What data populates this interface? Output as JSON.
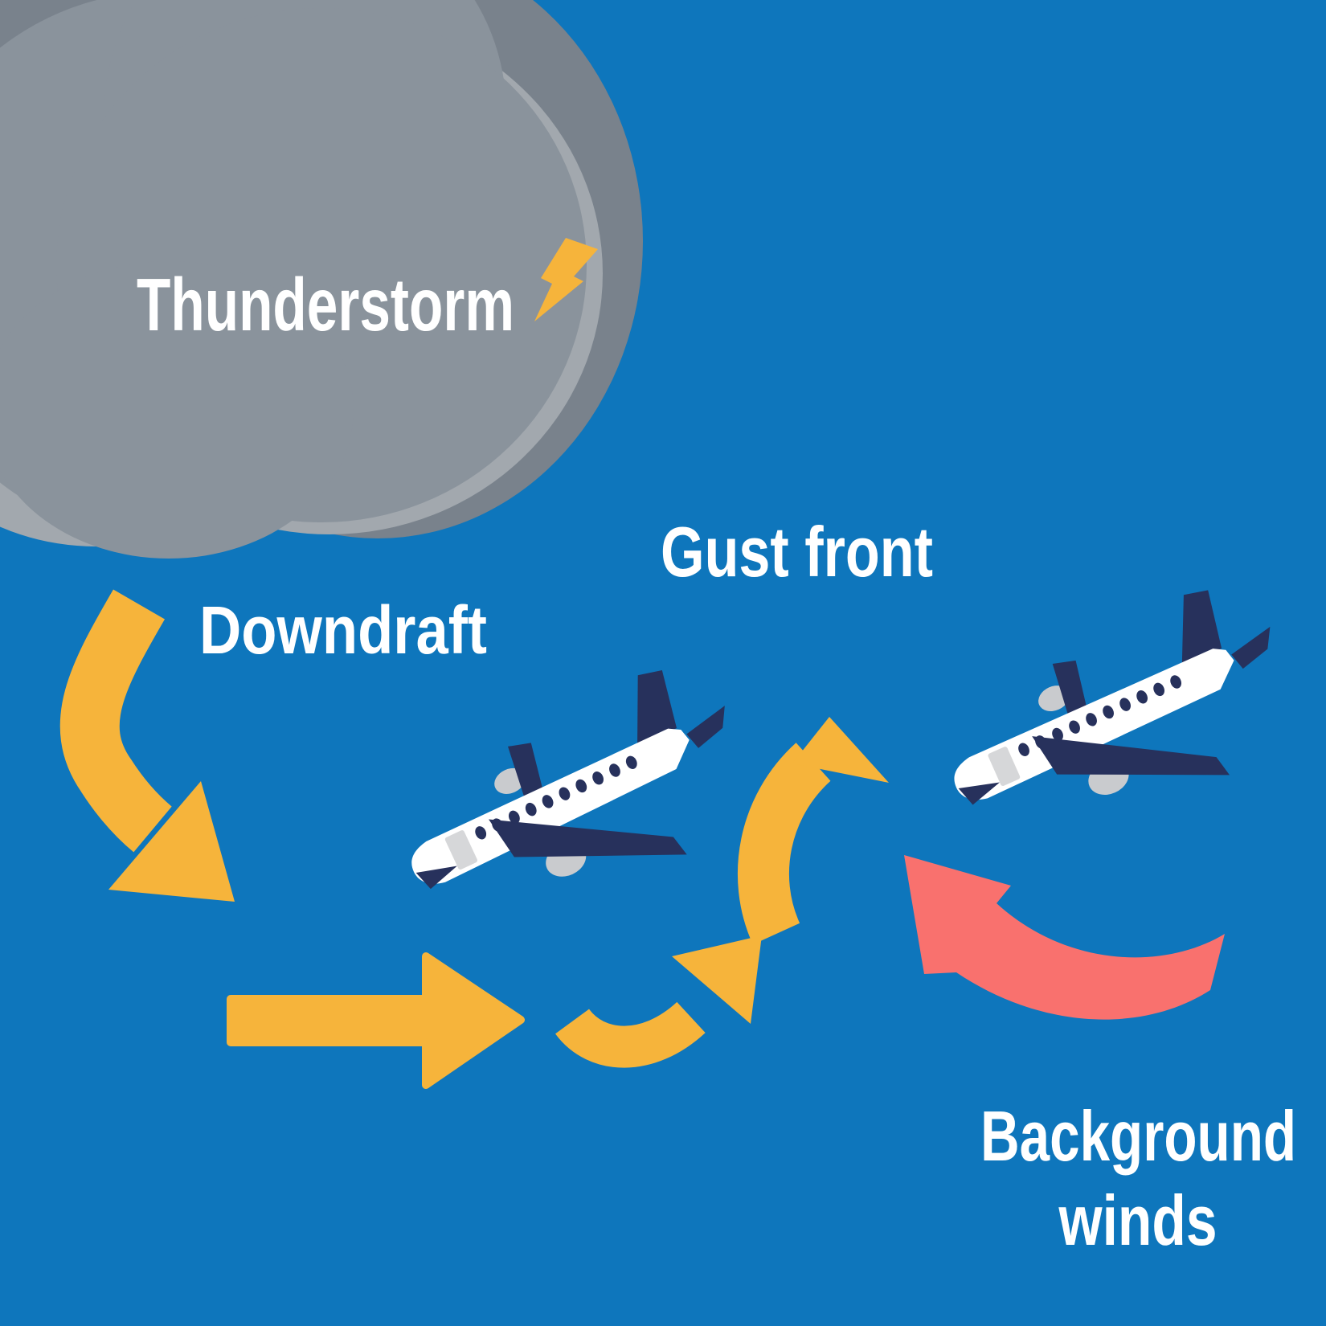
{
  "diagram": {
    "type": "thunderstorm-gust-front-turbulence-infographic",
    "labels": {
      "thunderstorm": "Thunderstorm",
      "downdraft": "Downdraft",
      "gust_front": "Gust front",
      "background_winds_line1": "Background",
      "background_winds_line2": "winds"
    },
    "icons": {
      "cloud": "storm-cloud-icon",
      "lightning": "lightning-bolt-icon",
      "plane_descending": "airplane-descending-icon",
      "plane_right": "airplane-climbing-icon",
      "downdraft_arrow": "curved-down-arrow-icon",
      "outflow_arrow": "straight-right-arrow-icon",
      "updraft_swoosh_arrow": "curved-up-right-arrow-icon",
      "gust_front_arrow": "curved-up-arrow-icon",
      "background_wind_arrow": "curved-up-left-arrow-icon"
    },
    "colors": {
      "background": "#0E76BC",
      "arrow_yellow": "#F6B43B",
      "wind_red": "#F9716E",
      "plane_navy": "#27315C",
      "plane_white": "#FFFFFF",
      "cloud_dark": "#79828C",
      "cloud_mid": "#8A939C",
      "cloud_light": "#A2A8AE",
      "detail_gray": "#D6D7D9",
      "engine_gray": "#C9CBCE",
      "text_white": "#FFFFFF"
    }
  }
}
